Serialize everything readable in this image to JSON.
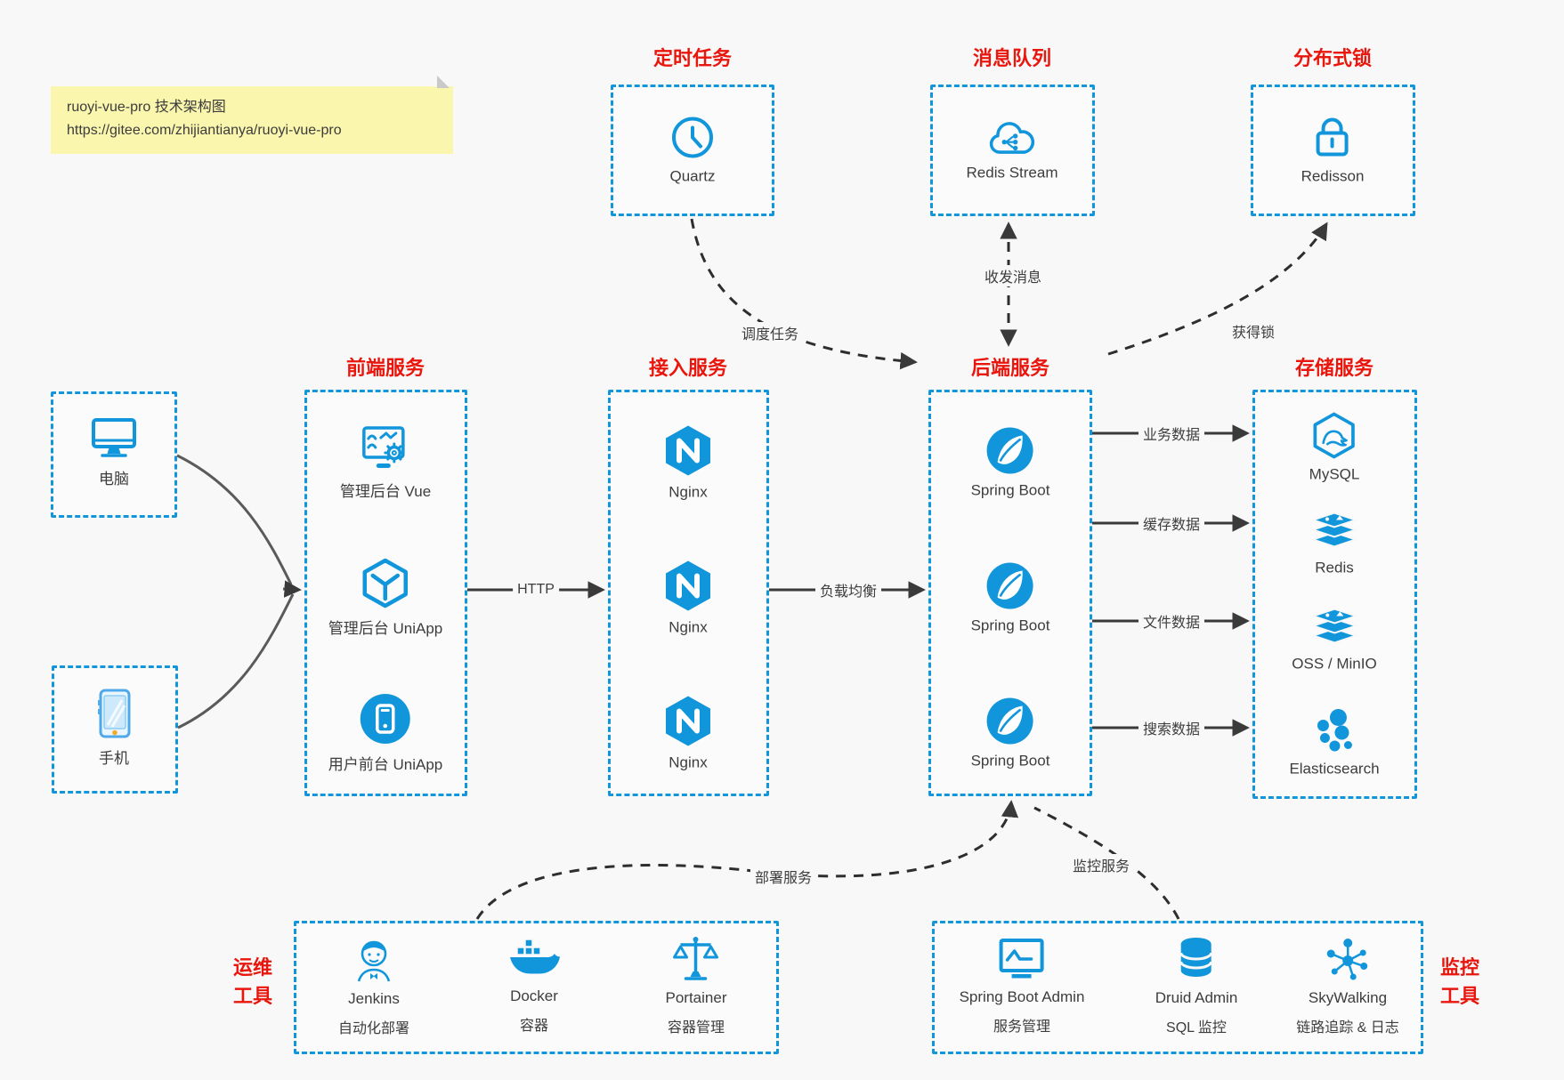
{
  "note": {
    "line1": "ruoyi-vue-pro 技术架构图",
    "line2": "https://gitee.com/zhijiantianya/ruoyi-vue-pro"
  },
  "colors": {
    "accent_blue": "#1296db",
    "title_red": "#e8160c",
    "arrow_dark": "#3a3a3a",
    "note_yellow": "#fbf6ae",
    "background": "#f8f8f8"
  },
  "top_groups": [
    {
      "title": "定时任务",
      "icon": "clock-icon",
      "label": "Quartz"
    },
    {
      "title": "消息队列",
      "icon": "cloud-stream-icon",
      "label": "Redis Stream"
    },
    {
      "title": "分布式锁",
      "icon": "lock-icon",
      "label": "Redisson"
    }
  ],
  "clients": [
    {
      "icon": "desktop-icon",
      "label": "电脑"
    },
    {
      "icon": "phone-icon",
      "label": "手机"
    }
  ],
  "frontend": {
    "title": "前端服务",
    "items": [
      {
        "icon": "admin-vue-icon",
        "label": "管理后台 Vue"
      },
      {
        "icon": "uniapp-cube-icon",
        "label": "管理后台 UniApp"
      },
      {
        "icon": "user-app-icon",
        "label": "用户前台 UniApp"
      }
    ]
  },
  "gateway": {
    "title": "接入服务",
    "items": [
      {
        "icon": "nginx-icon",
        "label": "Nginx"
      },
      {
        "icon": "nginx-icon",
        "label": "Nginx"
      },
      {
        "icon": "nginx-icon",
        "label": "Nginx"
      }
    ]
  },
  "backend": {
    "title": "后端服务",
    "items": [
      {
        "icon": "spring-icon",
        "label": "Spring Boot"
      },
      {
        "icon": "spring-icon",
        "label": "Spring Boot"
      },
      {
        "icon": "spring-icon",
        "label": "Spring Boot"
      }
    ]
  },
  "storage": {
    "title": "存储服务",
    "items": [
      {
        "icon": "mysql-icon",
        "label": "MySQL"
      },
      {
        "icon": "redis-icon",
        "label": "Redis"
      },
      {
        "icon": "oss-icon",
        "label": "OSS / MinIO"
      },
      {
        "icon": "elasticsearch-icon",
        "label": "Elasticsearch"
      }
    ]
  },
  "ops": {
    "title_line1": "运维",
    "title_line2": "工具",
    "items": [
      {
        "icon": "jenkins-icon",
        "name": "Jenkins",
        "desc": "自动化部署"
      },
      {
        "icon": "docker-icon",
        "name": "Docker",
        "desc": "容器"
      },
      {
        "icon": "portainer-icon",
        "name": "Portainer",
        "desc": "容器管理"
      }
    ]
  },
  "monitoring": {
    "title_line1": "监控",
    "title_line2": "工具",
    "items": [
      {
        "icon": "sba-icon",
        "name": "Spring Boot Admin",
        "desc": "服务管理"
      },
      {
        "icon": "druid-icon",
        "name": "Druid Admin",
        "desc": "SQL 监控"
      },
      {
        "icon": "skywalking-icon",
        "name": "SkyWalking",
        "desc": "链路追踪 & 日志"
      }
    ]
  },
  "edge_labels": {
    "http": "HTTP",
    "load_balance": "负载均衡",
    "business_data": "业务数据",
    "cache_data": "缓存数据",
    "file_data": "文件数据",
    "search_data": "搜索数据",
    "schedule_task": "调度任务",
    "send_receive_message": "收发消息",
    "acquire_lock": "获得锁",
    "deploy_service": "部署服务",
    "monitor_service": "监控服务"
  }
}
